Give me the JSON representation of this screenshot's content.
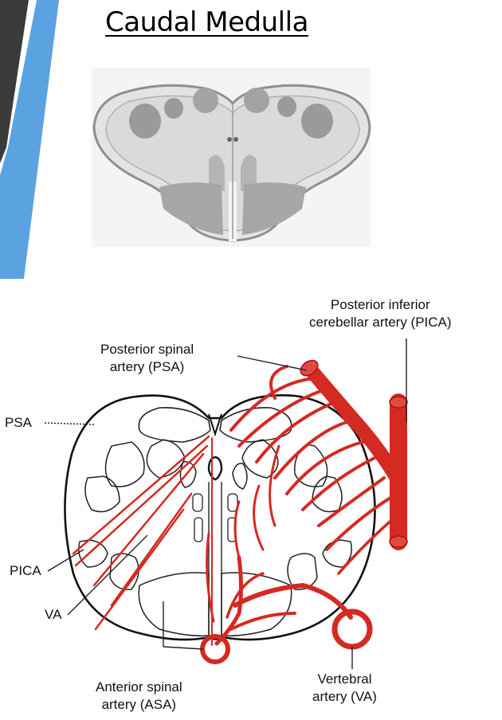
{
  "slide": {
    "title": "Caudal Medulla"
  },
  "diagram": {
    "labels": {
      "pica_top": [
        "Posterior inferior",
        "cerebellar artery (PICA)"
      ],
      "psa_top": [
        "Posterior spinal",
        "artery (PSA)"
      ],
      "psa_left": "PSA",
      "pica_left": "PICA",
      "va_left": "VA",
      "asa_bottom": [
        "Anterior spinal",
        "artery (ASA)"
      ],
      "va_bottom": [
        "Vertebral",
        "artery (VA)"
      ]
    },
    "colors": {
      "artery": "#d42a22",
      "accent_blue": "#5aa3e0",
      "accent_dark": "#3a3a3a"
    }
  }
}
